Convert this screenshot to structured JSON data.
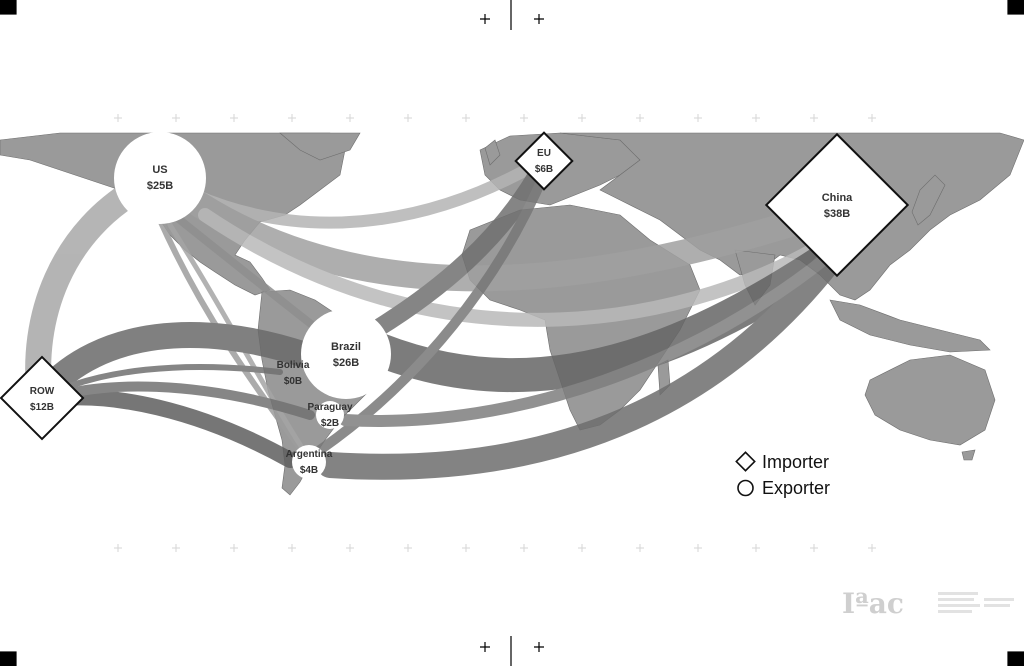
{
  "nodes": {
    "us": {
      "name": "US",
      "value": "$25B",
      "role": "exporter"
    },
    "eu": {
      "name": "EU",
      "value": "$6B",
      "role": "importer"
    },
    "china": {
      "name": "China",
      "value": "$38B",
      "role": "importer"
    },
    "row": {
      "name": "ROW",
      "value": "$12B",
      "role": "importer"
    },
    "brazil": {
      "name": "Brazil",
      "value": "$26B",
      "role": "exporter"
    },
    "bolivia": {
      "name": "Bolivia",
      "value": "$0B",
      "role": "exporter"
    },
    "paraguay": {
      "name": "Paraguay",
      "value": "$2B",
      "role": "exporter"
    },
    "argentina": {
      "name": "Argentina",
      "value": "$4B",
      "role": "exporter"
    }
  },
  "legend": {
    "importer": "Importer",
    "exporter": "Exporter"
  },
  "logo": {
    "mark": "Iªac"
  },
  "colors": {
    "ocean": "#ffffff",
    "land": "#9a9a9a",
    "land_dark": "#7a7a7a",
    "flow_light": "#b0b0b0",
    "flow_mid": "#8c8c8c",
    "flow_dark": "#5e5e5e",
    "node_fill": "#ffffff",
    "node_stroke": "#111111"
  }
}
